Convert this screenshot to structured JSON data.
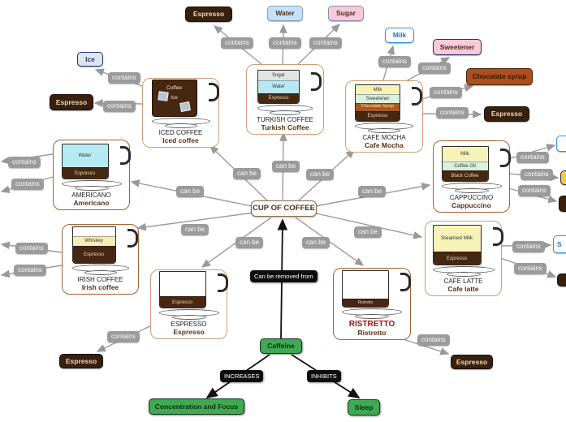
{
  "center": {
    "label": "CUP OF COFFEE"
  },
  "links": {
    "can_be": "can be",
    "contains": "contains",
    "can_be_removed_from": "Can be removed from",
    "increases": "INCREASES",
    "inhibits": "INHIBITS"
  },
  "concepts": {
    "turkish": {
      "caps": "TURKISH COFFEE",
      "name": "Turkish Coffee",
      "layers": [
        {
          "label": "Sugar"
        },
        {
          "label": "Water"
        },
        {
          "label": "Espresso"
        }
      ]
    },
    "mocha": {
      "caps": "CAFE MOCHA",
      "name": "Cafe Mocha",
      "layers": [
        {
          "label": "Milk"
        },
        {
          "label": "Sweetener"
        },
        {
          "label": "Chocolate Syrup"
        },
        {
          "label": "Espresso"
        }
      ]
    },
    "iced": {
      "caps": "ICED COFFEE",
      "name": "Iced coffee",
      "mug_labels": [
        "Coffee",
        "Ice"
      ]
    },
    "americano": {
      "caps": "AMERICANO",
      "name": "Americano",
      "layers": [
        {
          "label": "Water"
        },
        {
          "label": "Espresso"
        }
      ]
    },
    "cappuccino": {
      "caps": "CAPPUCCINO",
      "name": "Cappuccino",
      "layers": [
        {
          "label": "Milk"
        },
        {
          "label": "Coffee Oil"
        },
        {
          "label": "Black Coffee"
        }
      ]
    },
    "irish": {
      "caps": "IRISH COFFEE",
      "name": "Irish coffee",
      "layers": [
        {
          "label": ""
        },
        {
          "label": "Whiskey"
        },
        {
          "label": "Espresso"
        }
      ]
    },
    "latte": {
      "caps": "CAFE LATTE",
      "name": "Cafe latte",
      "layers": [
        {
          "label": "Steamed Milk"
        },
        {
          "label": "Espresso"
        }
      ]
    },
    "espresso": {
      "caps": "ESPRESSO",
      "name": "Espresso",
      "layers": [
        {
          "label": ""
        },
        {
          "label": "Espresso"
        }
      ]
    },
    "ristretto": {
      "caps": "RISTRETTO",
      "name": "Ristretto",
      "layers": [
        {
          "label": ""
        },
        {
          "label": "Ristretto"
        }
      ]
    }
  },
  "ingredients": {
    "espresso_turkish": "Espresso",
    "water": "Water",
    "sugar": "Sugar",
    "milk": "Milk",
    "sweetener": "Sweetener",
    "chocolate_syrup": "Chocolate syrup",
    "espresso_mocha": "Espresso",
    "ice": "Ice",
    "espresso_iced": "Espresso",
    "espresso_ristretto": "Espresso",
    "espresso_espresso": "Espresso",
    "steamed_milk_cut": "S"
  },
  "caffeine": {
    "label": "Caffeine",
    "concentration": "Concentration and Focus",
    "sleep": "Sleep"
  },
  "colors": {
    "link_label_bg": "#9b9b9b",
    "black_label_bg": "#0d0d0d",
    "espresso_bg": "#38200f",
    "water_bg": "#c5e1f5",
    "sugar_bg": "#f8c9d9",
    "milk_border": "#2f8fea",
    "sweetener_border": "#20306b",
    "chocolate_bg": "#ad4f1c",
    "ice_bg": "#dfe5ec",
    "green_bg": "#3fa954",
    "concept_border": "#cf9d74",
    "center_text": "#4a2e14",
    "ristretto_caps": "#9b1212"
  }
}
